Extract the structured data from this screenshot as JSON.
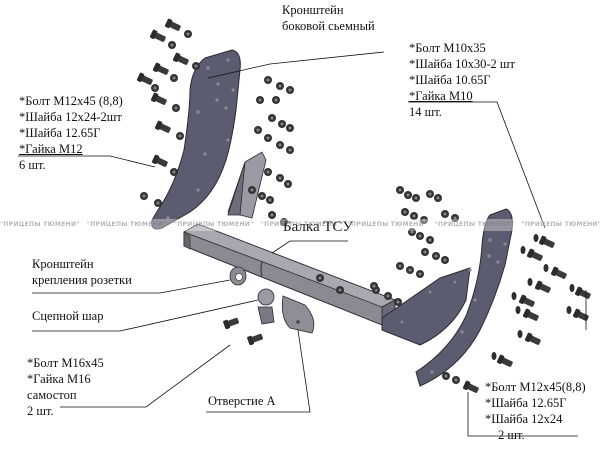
{
  "diagram": {
    "title": "Exploded assembly of tow hitch (ТСУ)",
    "colors": {
      "plate_fill": "#5c5c70",
      "plate_stroke": "#2a2a33",
      "beam_fill": "#7a7a84",
      "beam_top": "#9a9aa2",
      "hardware": "#3a3a3a",
      "leader_line": "#111111",
      "background": "#ffffff"
    },
    "watermark": "\"ПРИЦЕПЫ ТЮМЕНИ\"",
    "labels": {
      "side_bracket": [
        "Кронштейн",
        "боковой сьемный"
      ],
      "top_right_fasteners": [
        "*Болт М10х35",
        "*Шайба 10х30-2 шт",
        "*Шайба 10.65Г",
        "*Гайка М10",
        "14 шт."
      ],
      "left_fasteners": [
        "*Болт М12х45 (8,8)",
        "*Шайба 12х24-2шт",
        "*Шайба 12.65Г",
        "*Гайка М12",
        "6 шт."
      ],
      "beam": "Балка ТСУ",
      "socket_bracket": [
        "Кронштейн",
        "крепления розетки"
      ],
      "tow_ball": "Сцепной шар",
      "ball_fasteners": [
        "*Болт М16х45",
        "*Гайка М16",
        "самостоп",
        "2 шт."
      ],
      "hole_a": "Отверстие А",
      "bottom_right_fasteners": [
        "*Болт М12х45(8,8)",
        "*Шайба 12.65Г",
        "*Шайба 12х24",
        "2 шт."
      ]
    }
  }
}
